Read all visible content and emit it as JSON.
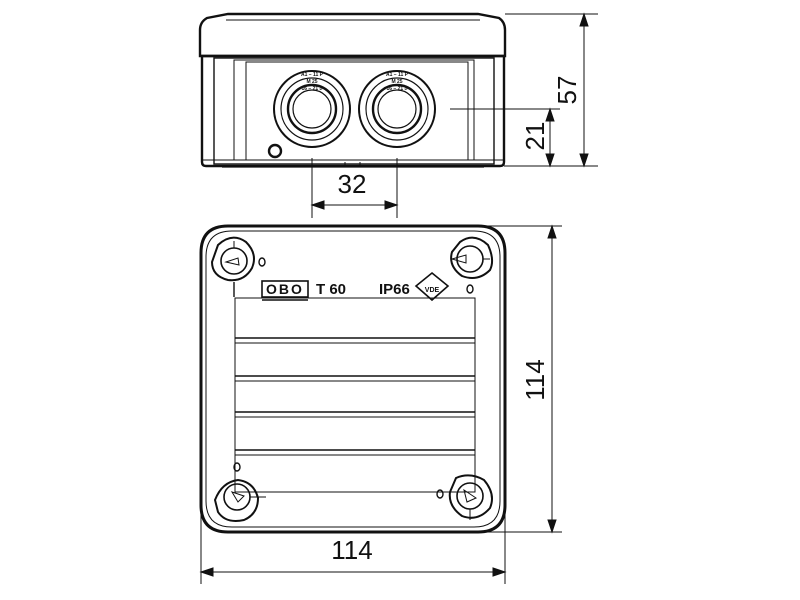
{
  "dimensions": {
    "height_total": "57",
    "height_entry": "21",
    "entry_spacing": "32",
    "depth": "114",
    "width": "114"
  },
  "markings": {
    "brand": "OBO",
    "model": "T 60",
    "protection": "IP66",
    "approval_mark": "VDE",
    "entry_label_top": "A1 – 11 P",
    "entry_label_mid": "M 25",
    "entry_label_bottom": "16 – 21 ⌀"
  }
}
